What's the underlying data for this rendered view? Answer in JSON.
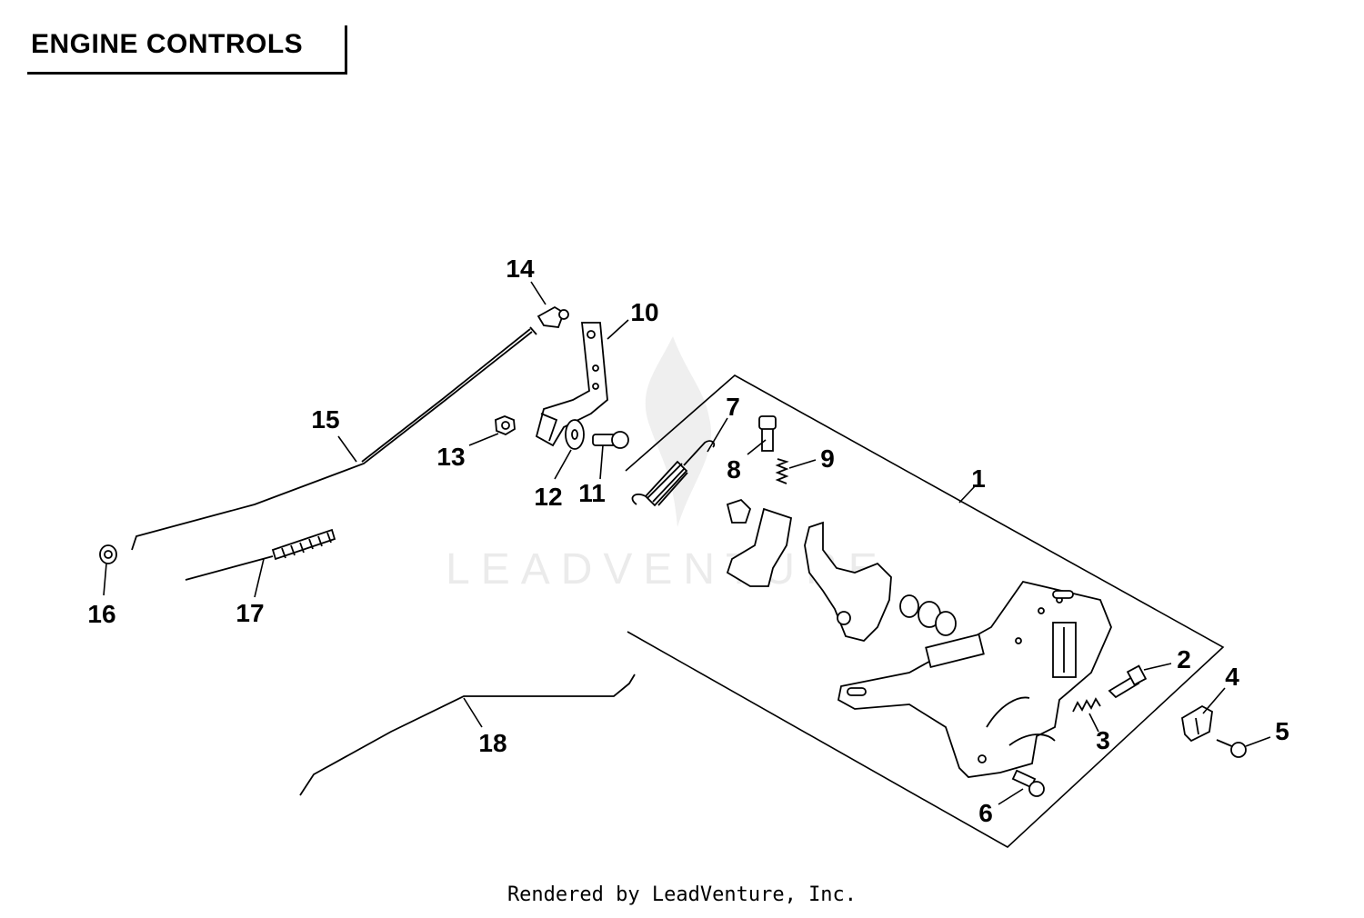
{
  "title": "ENGINE CONTROLS",
  "footer": "Rendered by LeadVenture, Inc.",
  "watermark": "LEADVENTURE",
  "callouts": {
    "c1": "1",
    "c2": "2",
    "c3": "3",
    "c4": "4",
    "c5": "5",
    "c6": "6",
    "c7": "7",
    "c8": "8",
    "c9": "9",
    "c10": "10",
    "c11": "11",
    "c12": "12",
    "c13": "13",
    "c14": "14",
    "c15": "15",
    "c16": "16",
    "c17": "17",
    "c18": "18"
  },
  "colors": {
    "ink": "#000000",
    "watermark": "#ebebeb",
    "background": "#ffffff"
  }
}
